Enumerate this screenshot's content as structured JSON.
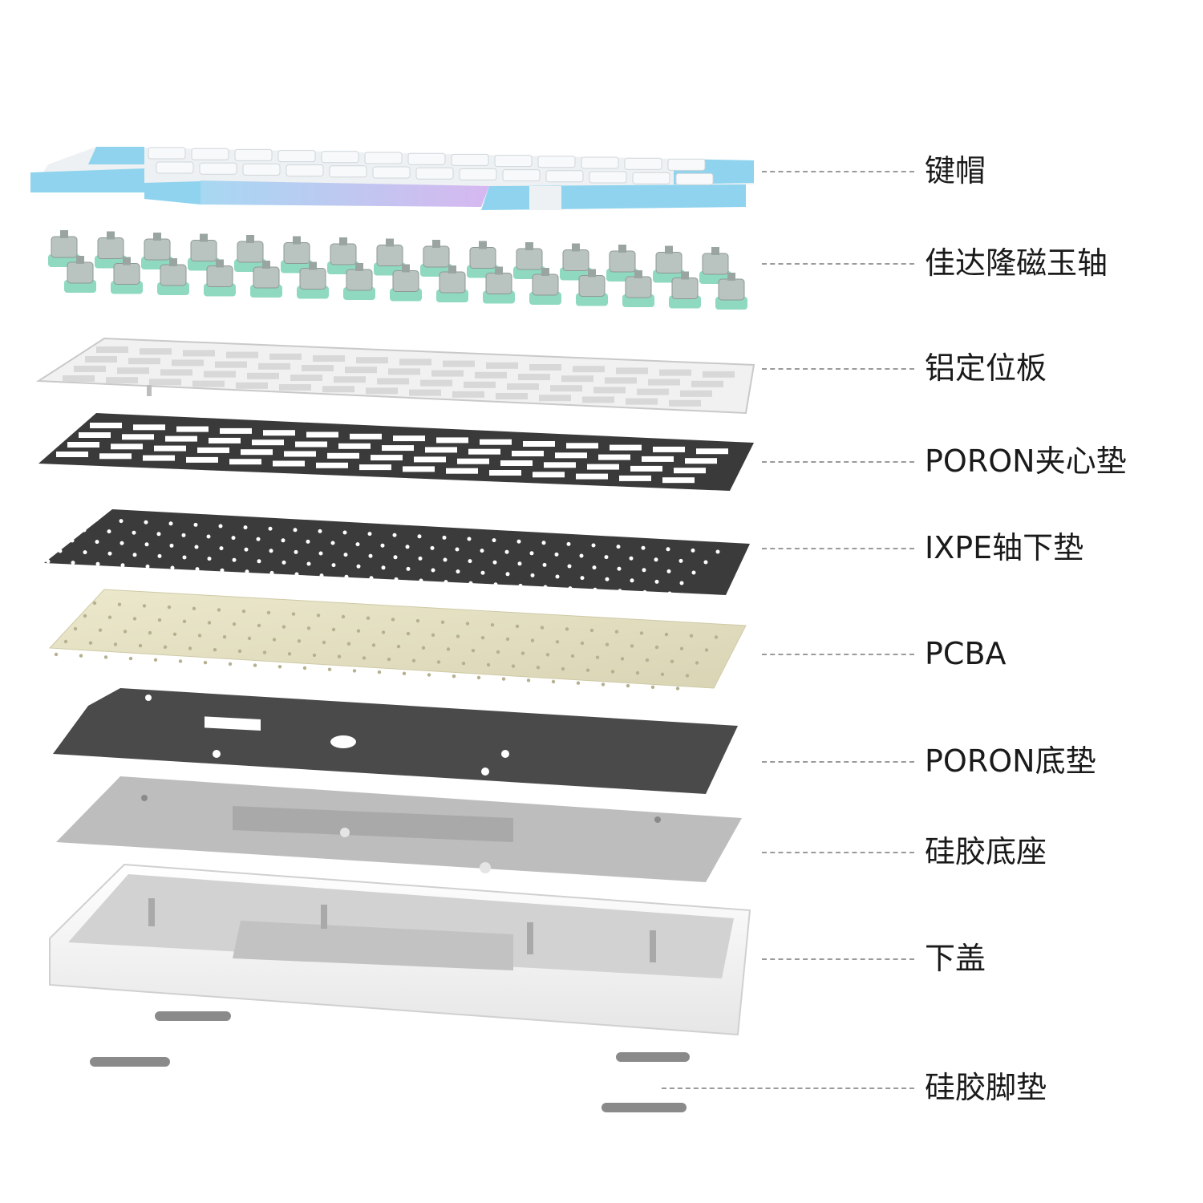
{
  "layers": [
    {
      "id": "keycaps",
      "label": "键帽"
    },
    {
      "id": "switches",
      "label": "佳达隆磁玉轴"
    },
    {
      "id": "plate",
      "label": "铝定位板"
    },
    {
      "id": "poron-sandwich",
      "label": "PORON夹心垫"
    },
    {
      "id": "ixpe",
      "label": "IXPE轴下垫"
    },
    {
      "id": "pcba",
      "label": "PCBA"
    },
    {
      "id": "poron-bottom",
      "label": "PORON底垫"
    },
    {
      "id": "silicone-base",
      "label": "硅胶底座"
    },
    {
      "id": "bottom-case",
      "label": "下盖"
    },
    {
      "id": "silicone-feet",
      "label": "硅胶脚垫"
    }
  ],
  "colors": {
    "keycap_blue": "#8fd3ee",
    "keycap_white": "#eef1f3",
    "spacebar_gradient": [
      "#a7d8f2",
      "#d6b8f0"
    ],
    "switch_stem": "#b9c3bf",
    "switch_base": "#8fd9c0",
    "plate": "#f1f1f1",
    "poron_sandwich": "#3a3a3a",
    "ixpe": "#3b3b3b",
    "pcba": "#e8e4c8",
    "poron_bottom": "#4a4a4a",
    "silicone_base": "#bdbdbd",
    "bottom_case": "#f4f4f4",
    "feet": "#8a8a8a"
  }
}
